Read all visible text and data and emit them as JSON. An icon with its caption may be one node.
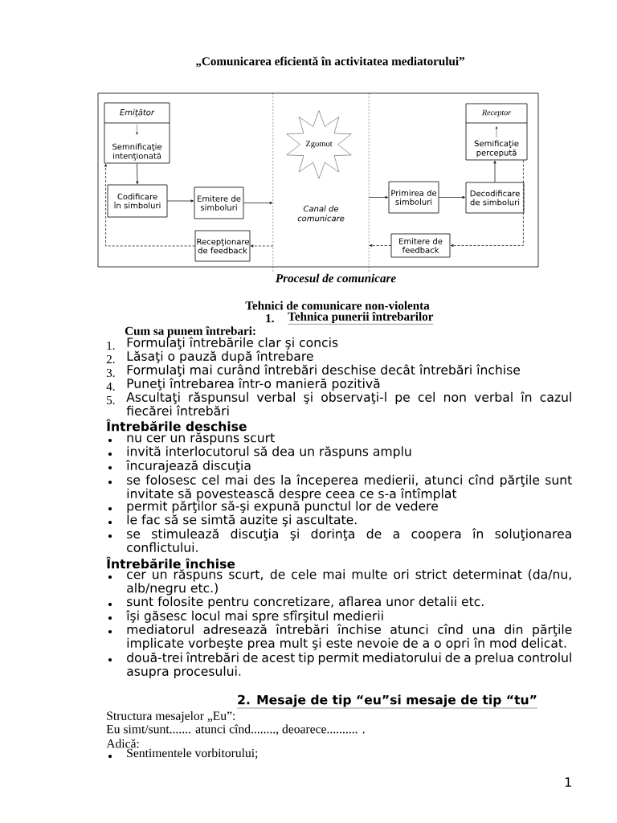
{
  "diagram": {
    "title": "„Comunicarea eficientă în activitatea mediatorului”",
    "caption": "Procesul de comunicare",
    "nodes": [
      {
        "text": [
          "Emiţător",
          "Semnificaţie intenţionată"
        ]
      },
      {
        "text": [
          "Codificare în simboluri"
        ]
      },
      {
        "text": [
          "Emitere de simboluri"
        ]
      },
      {
        "text": [
          "Recepţionare de feedback"
        ]
      },
      {
        "text": [
          "Canal de comunicare"
        ]
      },
      {
        "text": [
          "Zgomot"
        ],
        "in": 4
      },
      {
        "text": [
          "Primirea de simboluri"
        ]
      },
      {
        "text": [
          "Decodificare de simboluri"
        ]
      },
      {
        "text": [
          "Receptor",
          "Semificaţie percepută"
        ]
      },
      {
        "text": [
          "Emitere de feedback"
        ]
      }
    ],
    "edges": [
      {
        "from": 0,
        "to": 1,
        "arrow": "to"
      },
      {
        "from": 1,
        "to": 2,
        "arrow": "to"
      },
      {
        "from": 2,
        "to": 4,
        "arrow": "to"
      },
      {
        "from": 4,
        "to": 6,
        "arrow": "to"
      },
      {
        "from": 6,
        "to": 7,
        "arrow": "to"
      },
      {
        "from": 7,
        "to": 8,
        "arrow": "to"
      },
      {
        "from": 8,
        "to": 9,
        "arrow": "to",
        "style": "dashed"
      },
      {
        "from": 9,
        "to": 4,
        "arrow": "to",
        "style": "dashed"
      },
      {
        "from": 4,
        "to": 3,
        "arrow": "to",
        "style": "dashed"
      },
      {
        "from": 3,
        "to": 0,
        "arrow": "to",
        "style": "dashed"
      }
    ],
    "labels": [
      "Tehnici de comunicare non-violenta",
      "1.",
      "Tehnica punerii întrebarilor",
      "Cum sa punem întrebari:",
      "1.",
      "Formulaţi întrebările clar şi concis",
      "2.",
      "Lăsaţi o pauză după întrebare",
      "3.",
      "Formulaţi mai curând întrebări deschise decât întrebări închise",
      "4.",
      "Puneţi întrebarea într-o manieră pozitivă",
      "5.",
      "Ascultaţi răspunsul verbal şi observaţi-l pe cel non verbal în cazul fiecărei întrebări",
      "Întrebările deschise",
      "nu cer un răspuns scurt",
      "invită interlocutorul să dea un răspuns amplu",
      "încurajează discuţia",
      "se folosesc cel mai des la începerea medierii, atunci cînd părţile sunt invitate să povestească despre ceea ce s-a întîmplat",
      "permit părţilor să-şi expună punctul lor de vedere",
      "le fac să se simtă auzite şi ascultate.",
      "se stimulează discuţia şi dorinţa de a coopera în soluţionarea conflictului.",
      "Întrebările închise",
      "cer un răspuns scurt, de cele mai multe ori strict determinat (da/nu, alb/negru etc.)",
      "sunt folosite pentru concretizare, aflarea unor detalii etc.",
      "îşi găsesc locul mai spre sfîrşitul medierii",
      "mediatorul adresează întrebări închise atunci cînd una din părţile implicate vorbeşte prea mult şi este nevoie de a o opri în mod delicat.",
      "două-trei întrebări de acest tip permit mediatorului de a prelua controlul asupra procesului.",
      "2. Mesaje de tip “eu”si mesaje de tip “tu”",
      "Structura mesajelor „Eu”:",
      "Eu simt/sunt....... atunci cînd........, deoarece.......... .",
      "Adică:",
      "Sentimentele vorbitorului;",
      "1"
    ]
  }
}
